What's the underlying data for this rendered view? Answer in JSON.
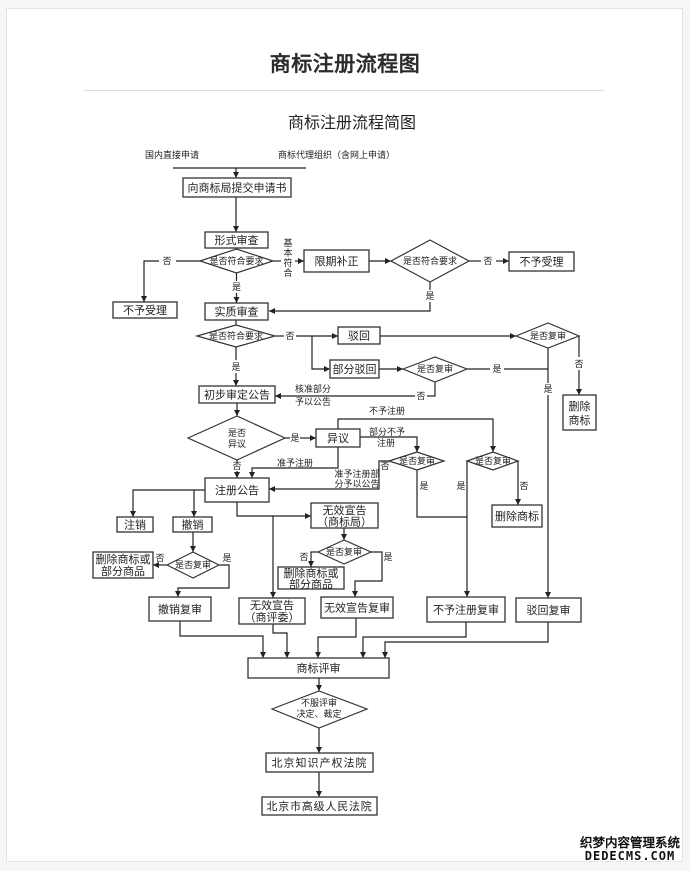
{
  "theme": {
    "line_color": "#222222",
    "box_border_color": "#333333",
    "text_color": "#222222",
    "page_background": "#f6f6f6",
    "watermark_accent": "#e8751a"
  },
  "page": {
    "title": "商标注册流程图",
    "watermark": {
      "line1": "织梦内容管理系统",
      "line2": "DEDECMS.COM"
    }
  },
  "diagram": {
    "title": "商标注册流程简图",
    "sources": {
      "direct": "国内直接申请",
      "agency": "商标代理组织（含网上申请）"
    },
    "nodes": {
      "submit": "向商标局提交申请书",
      "formal_exam": "形式审查",
      "formal_check": "是否符合要求",
      "reject_accept_1": "不予受理",
      "correction": "限期补正",
      "correction_check": "是否符合要求",
      "reject_accept_2": "不予受理",
      "substantive_exam": "实质审查",
      "substantive_check": "是否符合要求",
      "rejection": "驳回",
      "partial_rejection": "部分驳回",
      "rejection_review_check": "是否复审",
      "partial_review_check": "是否复审",
      "delete_trademark_1": [
        "删除",
        "商标"
      ],
      "prelim_announcement": "初步审定公告",
      "opposition_check": [
        "是否",
        "异议"
      ],
      "opposition": "异议",
      "partial_refusal_review_check": "是否复审",
      "refusal_review_check": "是否复审",
      "delete_trademark_2": "删除商标",
      "registration_announcement": "注册公告",
      "cancellation": "注销",
      "revocation": "撤销",
      "revocation_review_check": "是否复审",
      "delete_partial_1": [
        "删除商标或",
        "部分商品"
      ],
      "invalidation_tmo": [
        "无效宣告",
        "（商标局）"
      ],
      "invalidation_check": "是否复审",
      "delete_partial_2": [
        "删除商标或",
        "部分商品"
      ],
      "revocation_review": "撤销复审",
      "invalidation_trab": [
        "无效宣告",
        "（商评委）"
      ],
      "invalidation_review": "无效宣告复审",
      "refusal_review": "不予注册复审",
      "rejection_review": "驳回复审",
      "tm_review": "商标评审",
      "dissatisfied_check": [
        "不服评审",
        "决定、裁定"
      ],
      "ip_court": "北京知识产权法院",
      "high_court": "北京市高级人民法院"
    },
    "edge_labels": {
      "no": "否",
      "yes": "是",
      "basically_compliant": [
        "基",
        "本",
        "符",
        "合"
      ],
      "approved_partial_announce": [
        "核准部分",
        "予以公告"
      ],
      "not_registered": "不予注册",
      "partially_not_registered": [
        "部分不予",
        "注册"
      ],
      "approved_registration": "准予注册",
      "approved_partial_registration": [
        "准予注册部",
        "分予以公告"
      ]
    }
  }
}
